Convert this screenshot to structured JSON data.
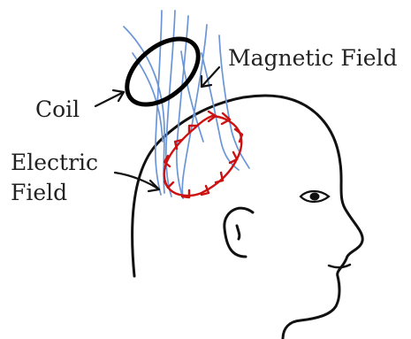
{
  "labels": {
    "coil": "Coil",
    "magnetic_field": "Magnetic Field",
    "electric_field_line1": "Electric",
    "electric_field_line2": "Field"
  },
  "colors": {
    "outline": "#111111",
    "magnetic_field_lines": "#6a95d6",
    "electric_field_loop": "#cc1111",
    "coil": "#000000"
  }
}
